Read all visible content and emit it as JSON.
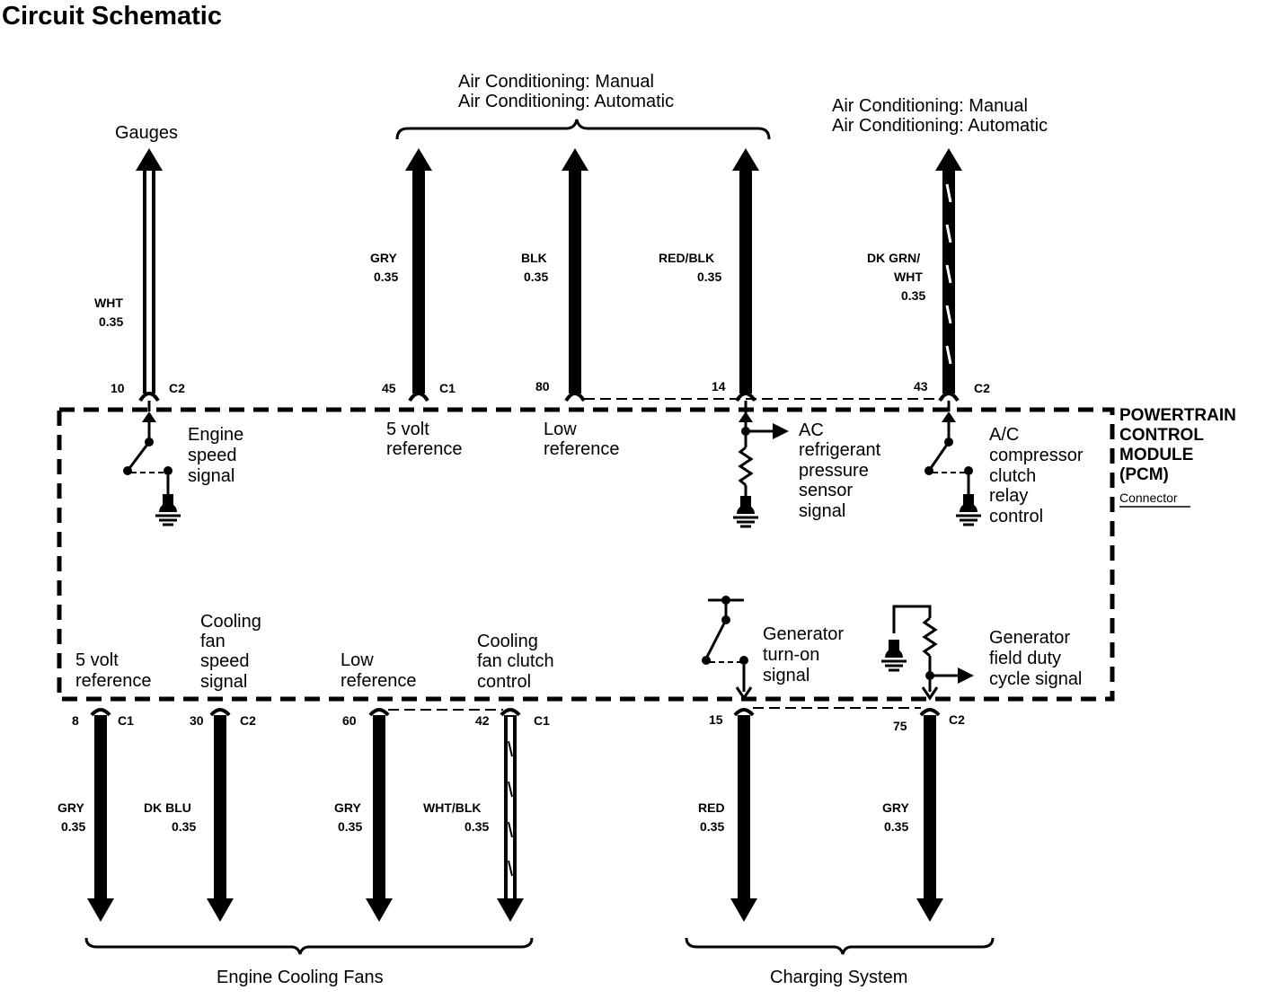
{
  "title": "Circuit Schematic",
  "top": {
    "gauges": "Gauges",
    "ac_group": [
      "Air Conditioning: Manual",
      "Air Conditioning: Automatic"
    ],
    "ac_right": [
      "Air Conditioning: Manual",
      "Air Conditioning: Automatic"
    ]
  },
  "pcm": {
    "name": [
      "POWERTRAIN",
      "CONTROL",
      "MODULE",
      "(PCM)"
    ],
    "connector": "Connector"
  },
  "wires_top": [
    {
      "pin": "10",
      "conn": "C2",
      "color": "WHT",
      "size": "0.35"
    },
    {
      "pin": "45",
      "conn": "C1",
      "color": "GRY",
      "size": "0.35"
    },
    {
      "pin": "80",
      "color": "BLK",
      "size": "0.35"
    },
    {
      "pin": "14",
      "color": "RED/BLK",
      "size": "0.35"
    },
    {
      "pin": "43",
      "conn": "C2",
      "color": [
        "DK GRN/",
        "WHT"
      ],
      "size": "0.35"
    }
  ],
  "signals_top": {
    "engine_speed": [
      "Engine",
      "speed",
      "signal"
    ],
    "five_volt": [
      "5 volt",
      "reference"
    ],
    "low_ref": [
      "Low",
      "reference"
    ],
    "ac_pressure": [
      "AC",
      "refrigerant",
      "pressure",
      "sensor",
      "signal"
    ],
    "ac_clutch": [
      "A/C",
      "compressor",
      "clutch",
      "relay",
      "control"
    ]
  },
  "signals_bottom": {
    "five_volt": [
      "5 volt",
      "reference"
    ],
    "fan_speed": [
      "Cooling",
      "fan",
      "speed",
      "signal"
    ],
    "low_ref": [
      "Low",
      "reference"
    ],
    "fan_clutch": [
      "Cooling",
      "fan clutch",
      "control"
    ],
    "gen_turn_on": [
      "Generator",
      "turn-on",
      "signal"
    ],
    "gen_field": [
      "Generator",
      "field  duty",
      "cycle signal"
    ]
  },
  "wires_bottom": [
    {
      "pin": "8",
      "conn": "C1",
      "color": "GRY",
      "size": "0.35"
    },
    {
      "pin": "30",
      "conn": "C2",
      "color": "DK BLU",
      "size": "0.35"
    },
    {
      "pin": "60",
      "color": "GRY",
      "size": "0.35"
    },
    {
      "pin": "42",
      "conn": "C1",
      "color": "WHT/BLK",
      "size": "0.35"
    },
    {
      "pin": "15",
      "color": "RED",
      "size": "0.35"
    },
    {
      "pin": "75",
      "conn": "C2",
      "color": "GRY",
      "size": "0.35"
    }
  ],
  "bottom": {
    "cooling_fans": "Engine Cooling Fans",
    "charging": "Charging System"
  }
}
